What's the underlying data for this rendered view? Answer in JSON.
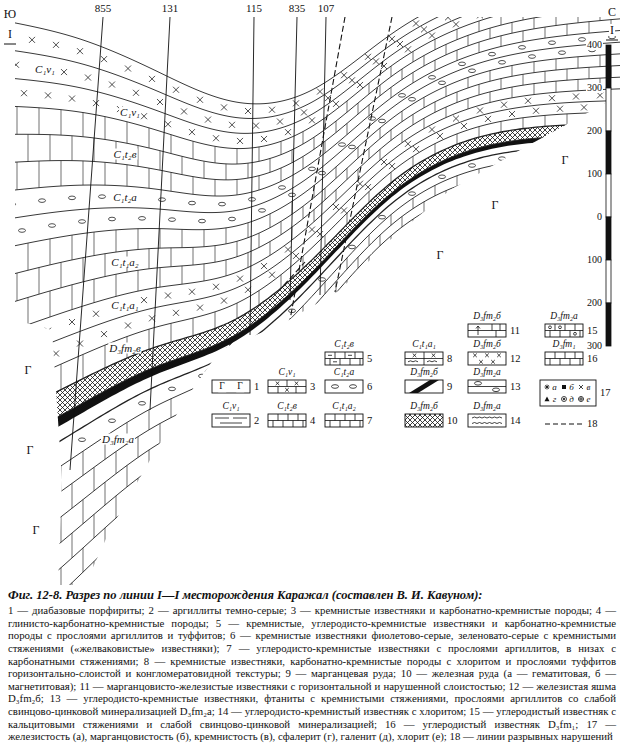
{
  "diagram": {
    "title": "Фиг. 12-8. Разрез по линии I—I месторождения Каражал (составлен В. И. Кавуном):",
    "caption": "1 — диабазовые порфириты; 2 — аргиллиты темно-серые; 3 — кремнистые известняки и карбонатно-кремнистые породы; 4 — глинисто-карбонатно-кремнистые породы; 5 — кремнистые, углеродисто-кремнистые известняки и карбонатно-кремнистые породы с прослоями аргиллитов и туффитов; 6 — кремнистые известняки фиолетово-серые, зеленовато-серые с кремнистыми стяжениями («желваковистые» известняки); 7 — углеродисто-кремнистые известняки с прослоями аргиллитов, в низах с карбонатными стяжениями; 8 — кремнистые известняки, карбонатно-кремнистые породы с хлоритом и прослоями туффитов горизонтально-слоистой и конгломератовидной текстуры; 9 — марганцевая руда; 10 — железная руда (а — гематитовая, б — магнетитовая); 11 — марганцовисто-железистые известняки с горизонтальной и нарушенной слоистостью; 12 — железистая яшма D₃fm₂б; 13 — углеродисто-кремнистые известняки, фтаниты с кремнистыми стяжениями, прослоями аргиллитов со слабой свинцово-цинковой минерализацией D₃fm₂а; 14 — углеродисто-кремнистый известняк с хлоритом; 15 — углеродистый известняк с кальцитовыми стяжениями и слабой свинцово-цинковой минерализацией; 16 — углеродистый известняк D₃fm₁; 17 — железистость (а), марганцовистость (б), кремнистость (в), сфалерит (г), галенит (д), хлорит (е); 18 — линии разрывных нарушений",
    "labels": [
      "Ю",
      "I",
      "855",
      "131",
      "115",
      "835",
      "107",
      "С",
      "I",
      "400",
      "300",
      "200",
      "100",
      "0",
      "100",
      "200",
      "300",
      "C₁v₁",
      "C₁v₁",
      "C₁t₂в",
      "C₁t₂а",
      "C₁t₁а₂",
      "C₁t₁а₁",
      "D₃fm₂в",
      "D₃fm₂а",
      "Г",
      "Г",
      "Г",
      "Г",
      "Г",
      "Г",
      "C₁v₁",
      "C₁v₁",
      "C₁t₂в",
      "C₁t₂в",
      "C₁t₂а",
      "C₁t₁а₂",
      "C₁t₁а₁",
      "D₃fm₂б",
      "D₃fm₂б",
      "D₃fm₂б",
      "D₃fm₂б",
      "D₃fm₂а",
      "D₃fm₂а",
      "D₃fm₂а",
      "D₃fm₁",
      "Г",
      "Г",
      "а",
      "б",
      "в",
      "г",
      "д",
      "е"
    ],
    "legend": [
      {
        "text": "1"
      },
      {
        "text": "2"
      },
      {
        "text": "3"
      },
      {
        "text": "4"
      },
      {
        "text": "5"
      },
      {
        "text": "6"
      },
      {
        "text": "7"
      },
      {
        "text": "8"
      },
      {
        "text": "9"
      },
      {
        "text": "10"
      },
      {
        "text": "11"
      },
      {
        "text": "12"
      },
      {
        "text": "13"
      },
      {
        "text": "14"
      },
      {
        "text": "15"
      },
      {
        "text": "16"
      },
      {
        "text": "17"
      },
      {
        "text": "18"
      }
    ]
  }
}
